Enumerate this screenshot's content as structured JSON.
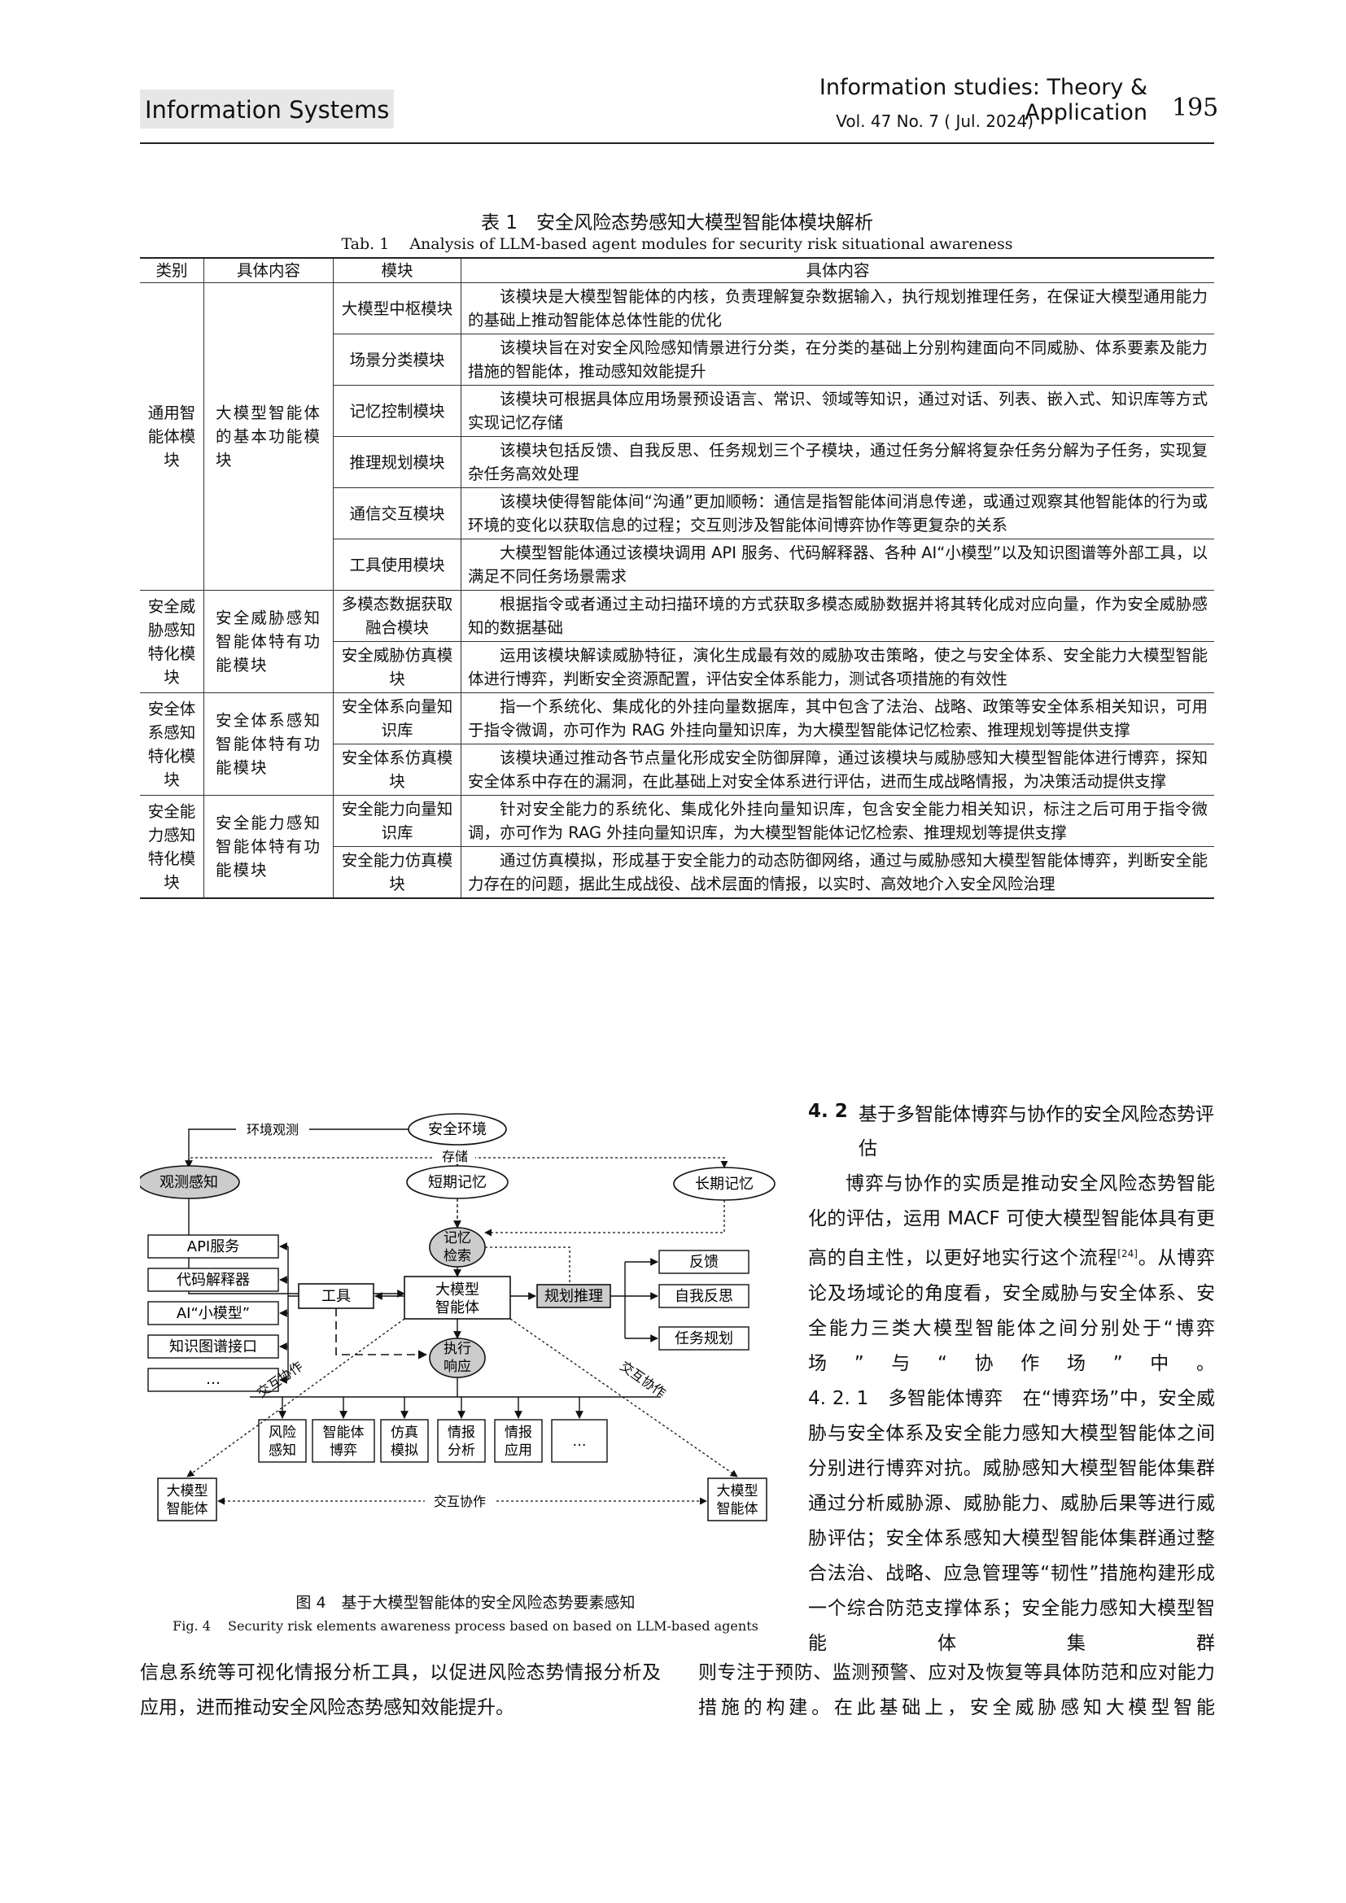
{
  "header": {
    "section_label": "Information Systems",
    "journal": "Information studies: Theory & Application",
    "volume": "Vol. 47 No. 7 ( Jul. 2024)",
    "page_number": "195"
  },
  "table": {
    "title_cn": "表 1　安全风险态势感知大模型智能体模块解析",
    "title_en": "Tab. 1　 Analysis of LLM-based agent modules for security risk situational awareness",
    "headers": [
      "类别",
      "具体内容",
      "模块",
      "具体内容"
    ],
    "groups": [
      {
        "category": "通用智能体模块",
        "content": "大模型智能体的基本功能模块",
        "rows": [
          {
            "module": "大模型中枢模块",
            "desc": "该模块是大模型智能体的内核，负责理解复杂数据输入，执行规划推理任务，在保证大模型通用能力的基础上推动智能体总体性能的优化"
          },
          {
            "module": "场景分类模块",
            "desc": "该模块旨在对安全风险感知情景进行分类，在分类的基础上分别构建面向不同威胁、体系要素及能力措施的智能体，推动感知效能提升"
          },
          {
            "module": "记忆控制模块",
            "desc": "该模块可根据具体应用场景预设语言、常识、领域等知识，通过对话、列表、嵌入式、知识库等方式实现记忆存储"
          },
          {
            "module": "推理规划模块",
            "desc": "该模块包括反馈、自我反思、任务规划三个子模块，通过任务分解将复杂任务分解为子任务，实现复杂任务高效处理"
          },
          {
            "module": "通信交互模块",
            "desc": "该模块使得智能体间“沟通”更加顺畅：通信是指智能体间消息传递，或通过观察其他智能体的行为或环境的变化以获取信息的过程；交互则涉及智能体间博弈协作等更复杂的关系"
          },
          {
            "module": "工具使用模块",
            "desc": "大模型智能体通过该模块调用 API 服务、代码解释器、各种 AI“小模型”以及知识图谱等外部工具，以满足不同任务场景需求"
          }
        ]
      },
      {
        "category": "安全威胁感知特化模块",
        "content": "安全威胁感知智能体特有功能模块",
        "rows": [
          {
            "module": "多模态数据获取融合模块",
            "desc": "根据指令或者通过主动扫描环境的方式获取多模态威胁数据并将其转化成对应向量，作为安全威胁感知的数据基础"
          },
          {
            "module": "安全威胁仿真模块",
            "desc": "运用该模块解读威胁特征，演化生成最有效的威胁攻击策略，使之与安全体系、安全能力大模型智能体进行博弈，判断安全资源配置，评估安全体系能力，测试各项措施的有效性"
          }
        ]
      },
      {
        "category": "安全体系感知特化模块",
        "content": "安全体系感知智能体特有功能模块",
        "rows": [
          {
            "module": "安全体系向量知识库",
            "desc": "指一个系统化、集成化的外挂向量数据库，其中包含了法治、战略、政策等安全体系相关知识，可用于指令微调，亦可作为 RAG 外挂向量知识库，为大模型智能体记忆检索、推理规划等提供支撑"
          },
          {
            "module": "安全体系仿真模块",
            "desc": "该模块通过推动各节点量化形成安全防御屏障，通过该模块与威胁感知大模型智能体进行博弈，探知安全体系中存在的漏洞，在此基础上对安全体系进行评估，进而生成战略情报，为决策活动提供支撑"
          }
        ]
      },
      {
        "category": "安全能力感知特化模块",
        "content": "安全能力感知智能体特有功能模块",
        "rows": [
          {
            "module": "安全能力向量知识库",
            "desc": "针对安全能力的系统化、集成化外挂向量知识库，包含安全能力相关知识，标注之后可用于指令微调，亦可作为 RAG 外挂向量知识库，为大模型智能体记忆检索、推理规划等提供支撑"
          },
          {
            "module": "安全能力仿真模块",
            "desc": "通过仿真模拟，形成基于安全能力的动态防御网络，通过与威胁感知大模型智能体博弈，判断安全能力存在的问题，据此生成战役、战术层面的情报，以实时、高效地介入安全风险治理"
          }
        ]
      }
    ]
  },
  "figure": {
    "caption_cn": "图 4　基于大模型智能体的安全风险态势要素感知",
    "caption_en": "Fig. 4　 Security risk elements awareness process based on based on LLM-based agents",
    "nodes": {
      "env": "安全环境",
      "observe": "观测感知",
      "short_mem": "短期记忆",
      "long_mem": "长期记忆",
      "mem_retrieval": "记忆检索",
      "agent_center": "大模型智能体",
      "tools": "工具",
      "planning": "规划推理",
      "feedback": "反馈",
      "self_reflect": "自我反思",
      "task_plan": "任务规划",
      "api": "API服务",
      "code": "代码解释器",
      "small_model": "AI“小模型”",
      "kg": "知识图谱接口",
      "more_tools": "…",
      "exec": "执行响应",
      "agent_left": "大模型智能体",
      "agent_right": "大模型智能体",
      "outputs": [
        "风险感知",
        "智能体博弈",
        "仿真模拟",
        "情报分析",
        "情报应用",
        "…"
      ]
    },
    "edge_labels": {
      "env_obs": "环境观测",
      "store": "存储",
      "interact": "交互协作"
    }
  },
  "section": {
    "number": "4. 2",
    "title": "基于多智能体博弈与协作的安全风险态势评估"
  },
  "text": {
    "p1": "博弈与协作的实质是推动安全风险态势智能化的评估，运用 MACF 可使大模型智能体具有更高的自主性，以更好地实行这个流程",
    "p1_ref": "[24]",
    "p1_tail": "。从博弈论及场域论的角度看，安全威胁与安全体系、安全能力三类大模型智能体之间分别处于“博弈场”与“协作场”中。",
    "sub_num": "4. 2. 1",
    "sub_title": "多智能体博弈",
    "p2": "在“博弈场”中，安全威胁与安全体系及安全能力感知大模型智能体之间分别进行博弈对抗。威胁感知大模型智能体集群通过分析威胁源、威胁能力、威胁后果等进行威胁评估；安全体系感知大模型智能体集群通过整合法治、战略、应急管理等“韧性”措施构建形成一个综合防范支撑体系；安全能力感知大模型智能体集群",
    "p2_cont": "则专注于预防、监测预警、应对及恢复等具体防范和应对能力措施的构建。在此基础上，安全威胁感知大模型智能",
    "left_tail": "信息系统等可视化情报分析工具，以促进风险态势情报分析及应用，进而推动安全风险态势感知效能提升。"
  }
}
